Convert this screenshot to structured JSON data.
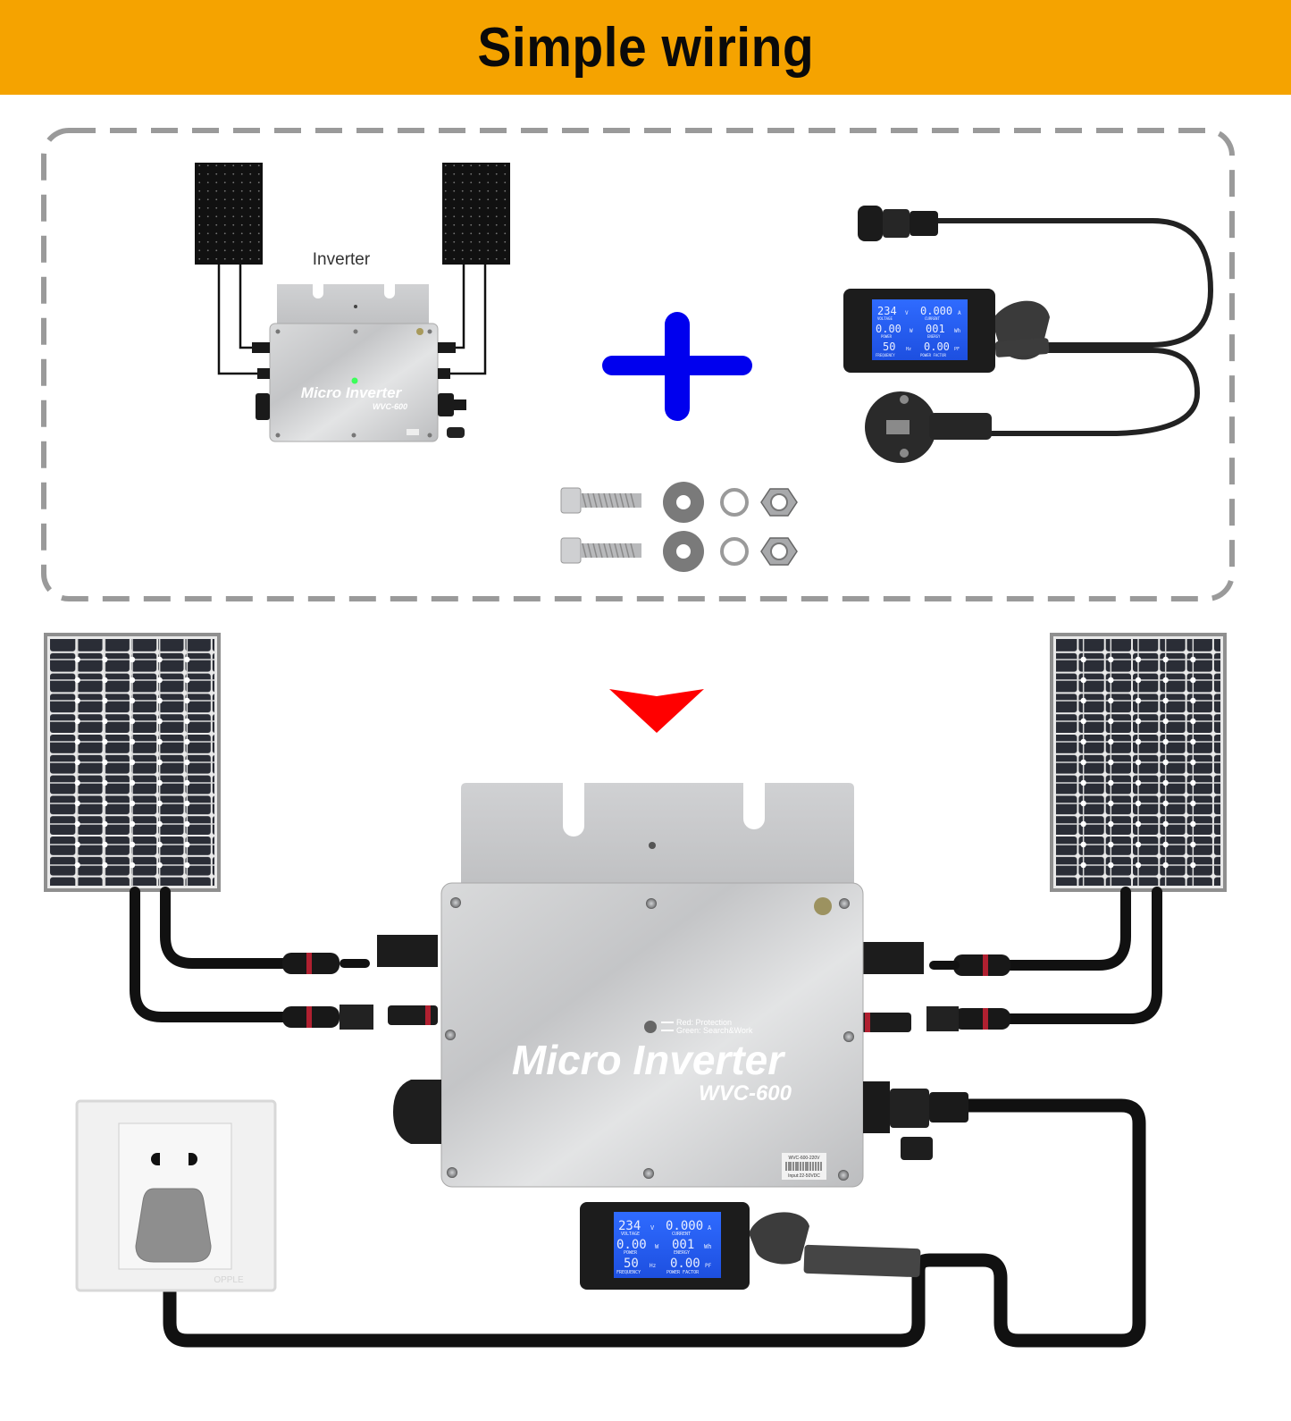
{
  "banner": {
    "title": "Simple wiring",
    "background_color": "#f5a300"
  },
  "kit_box": {
    "border_style": "dashed",
    "border_color": "#9a9a9a",
    "inverter_label": "Inverter",
    "plus_icon_color": "#0000ee",
    "inverter": {
      "brand_text": "Micro Inverter",
      "model_text": "WVC-600"
    },
    "meter": {
      "voltage_value": "234",
      "voltage_unit": "V",
      "voltage_label": "VOLTAGE",
      "current_value": "0.000",
      "current_unit": "A",
      "current_label": "CURRENT",
      "power_value": "0.00",
      "power_unit": "W",
      "power_label": "POWER",
      "energy_value": "001",
      "energy_unit": "Wh",
      "energy_label": "ENERGY",
      "frequency_value": "50",
      "frequency_unit": "Hz",
      "frequency_label": "FREQUENCY",
      "pf_value": "0.00",
      "pf_unit": "PF",
      "pf_label": "POWER FACTOR"
    },
    "hardware": [
      "bolt",
      "flat-washer",
      "spring-washer",
      "hex-nut"
    ]
  },
  "arrow": {
    "color": "#ff0000",
    "direction": "down"
  },
  "assembly": {
    "inverter": {
      "brand_text": "Micro Inverter",
      "model_text": "WVC-600",
      "led_legend_red": "Red: Protection",
      "led_legend_green": "Green: Search&Work",
      "label_top": "WVC-600-220V",
      "label_bottom": "Input:22-50VDC"
    },
    "meter": {
      "voltage_value": "234",
      "voltage_unit": "V",
      "voltage_label": "VOLTAGE",
      "current_value": "0.000",
      "current_unit": "A",
      "current_label": "CURRENT",
      "power_value": "0.00",
      "power_unit": "W",
      "power_label": "POWER",
      "energy_value": "001",
      "energy_unit": "Wh",
      "energy_label": "ENERGY",
      "frequency_value": "50",
      "frequency_unit": "Hz",
      "frequency_label": "FREQUENCY",
      "pf_value": "0.00",
      "pf_unit": "PF",
      "pf_label": "POWER FACTOR"
    },
    "outlet_brand": "OPPLE",
    "solar_panel_grid": {
      "columns": 6,
      "rows": 12
    }
  }
}
